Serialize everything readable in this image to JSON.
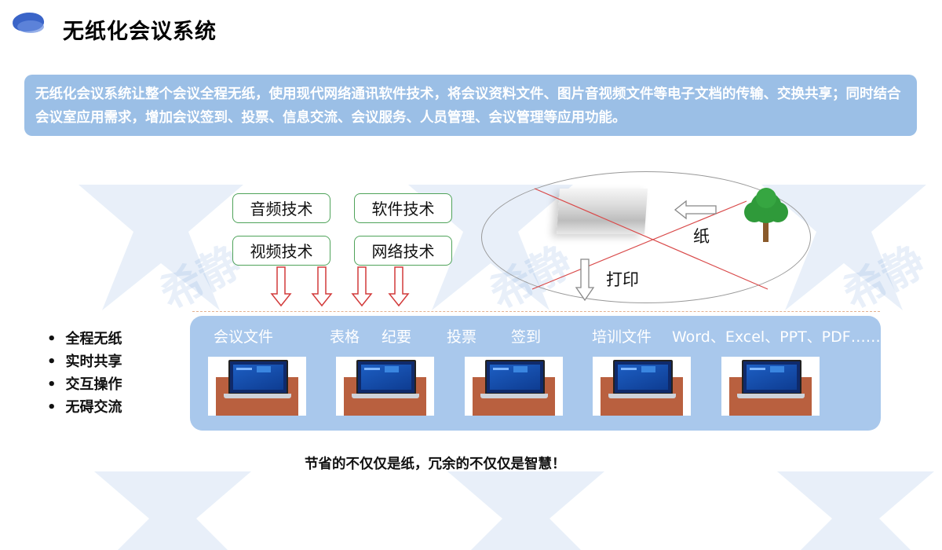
{
  "title": "无纸化会议系统",
  "description": "无纸化会议系统让整个会议全程无纸，使用现代网络通讯软件技术，将会议资料文件、图片音视频文件等电子文档的传输、交换共享；同时结合会议室应用需求，增加会议签到、投票、信息交流、会议服务、人员管理、会议管理等应用功能。",
  "tech_boxes": [
    "音频技术",
    "软件技术",
    "视频技术",
    "网络技术"
  ],
  "diagram": {
    "paper_label": "纸",
    "print_label": "打印"
  },
  "file_labels": [
    "会议文件",
    "表格",
    "纪要",
    "投票",
    "签到",
    "培训文件",
    "Word、Excel、PPT、PDF……"
  ],
  "bullets": [
    "全程无纸",
    "实时共享",
    "交互操作",
    "无碍交流"
  ],
  "slogan": "节省的不仅仅是纸，冗余的不仅仅是智慧！",
  "watermark": "希静",
  "colors": {
    "accent_blue": "#9bbfe6",
    "panel_blue": "#a9c8ec",
    "box_green": "#4fa35a",
    "arrow_red": "#d23a3a",
    "tree_green": "#2f9a3a"
  }
}
